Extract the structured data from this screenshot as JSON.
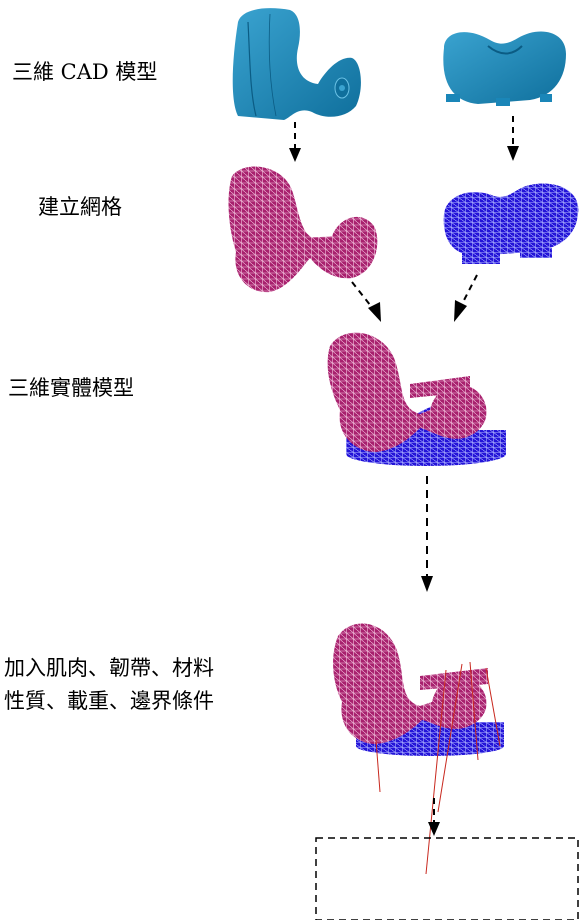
{
  "steps": {
    "cad_label": "三維 CAD 模型",
    "mesh_label": "建立網格",
    "solid_label": "三維實體模型",
    "loads_line1": "加入肌肉、韌帶、材料",
    "loads_line2": "性質、載重、邊界條件"
  },
  "colors": {
    "cad_model": "#1a86b8",
    "femoral_mesh": "#a8216e",
    "tibial_mesh": "#2414d8",
    "ligament": "#c8281e",
    "arrow": "#000000"
  },
  "icons": {
    "femoral": "femoral-component-icon",
    "tibial": "tibial-insert-icon"
  }
}
